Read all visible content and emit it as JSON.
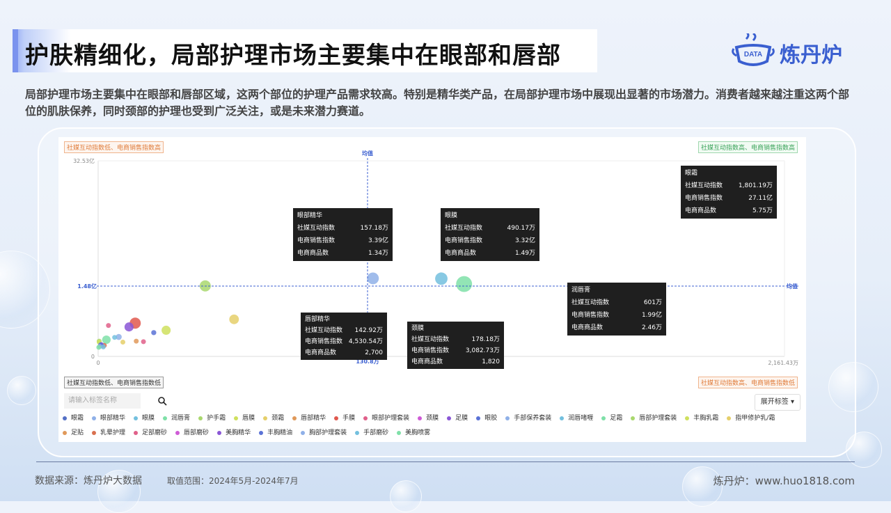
{
  "title": "护肤精细化，局部护理市场主要集中在眼部和唇部",
  "logo": {
    "badge": "DATA",
    "name": "炼丹炉"
  },
  "intro": "局部护理市场主要集中在眼部和唇部区域，这两个部位的护理产品需求较高。特别是精华类产品，在局部护理市场中展现出显著的市场潜力。消费者越来越注重这两个部位的肌肤保养，同时颈部的护理也受到广泛关注，或是未来潜力赛道。",
  "quadrants": {
    "top_left": "社媒互动指数低、电商销售指数高",
    "top_right": "社媒互动指数高、电商销售指数高",
    "bottom_left": "社媒互动指数低、电商销售指数低",
    "bottom_right": "社媒互动指数高、电商销售指数低"
  },
  "tooltip_labels": {
    "social": "社媒互动指数",
    "sales": "电商销售指数",
    "count": "电商商品数"
  },
  "chart_data": {
    "type": "scatter",
    "subtype": "bubble",
    "x_axis": {
      "measure": "社媒互动指数",
      "min": 0,
      "max": 2161.43,
      "min_label": "0",
      "max_label": "2,161.43万",
      "unit": "万"
    },
    "y_axis": {
      "measure": "电商销售指数",
      "min": 0,
      "max": 32.53,
      "min_label": "0",
      "max_label": "32.53亿",
      "unit": "亿"
    },
    "mean_lines": {
      "x": 130.8,
      "x_label": "130.8万",
      "y": 1.48,
      "y_label": "1.48亿",
      "name": "均值"
    },
    "grid": false,
    "legend_position": "bottom",
    "tooltips": [
      {
        "name": "眼霜",
        "social": "1,801.19万",
        "sales": "27.11亿",
        "count": "5.75万"
      },
      {
        "name": "眼部精华",
        "social": "157.18万",
        "sales": "3.39亿",
        "count": "1.34万"
      },
      {
        "name": "眼膜",
        "social": "490.17万",
        "sales": "3.32亿",
        "count": "1.49万"
      },
      {
        "name": "润唇膏",
        "social": "601万",
        "sales": "1.99亿",
        "count": "2.46万"
      },
      {
        "name": "唇部精华",
        "social": "142.92万",
        "sales": "4,530.54万",
        "count": "2,700"
      },
      {
        "name": "颈膜",
        "social": "178.18万",
        "sales": "3,082.73万",
        "count": "1,820"
      }
    ],
    "series": [
      {
        "name": "眼霜",
        "color": "#5470c6",
        "x": 1801.19,
        "y": 27.11,
        "size": 5.75
      },
      {
        "name": "眼部精华",
        "color": "#8fb0e8",
        "x": 157.18,
        "y": 3.39,
        "size": 1.34
      },
      {
        "name": "眼膜",
        "color": "#73c0de",
        "x": 490.17,
        "y": 3.32,
        "size": 1.49
      },
      {
        "name": "润唇膏",
        "color": "#7fe0a8",
        "x": 601,
        "y": 1.99,
        "size": 2.46
      },
      {
        "name": "护手霜",
        "color": "#a9d86e",
        "x": 52,
        "y": 1.52,
        "size": 1.2
      },
      {
        "name": "唇膜",
        "color": "#cfe05e",
        "x": 33,
        "y": 0.55,
        "size": 0.8
      },
      {
        "name": "颈霜",
        "color": "#e5cf6a",
        "x": 66,
        "y": 0.78,
        "size": 0.9
      },
      {
        "name": "唇部精华",
        "color": "#e0995a",
        "x": 142.92,
        "y": 0.4531,
        "size": 0.27
      },
      {
        "name": "手膜",
        "color": "#e0584e",
        "x": 18,
        "y": 0.7,
        "size": 1.2
      },
      {
        "name": "眼部护理套装",
        "color": "#e0608a",
        "x": 5,
        "y": 0.65,
        "size": 0.15
      },
      {
        "name": "颈膜",
        "color": "#cf5bd6",
        "x": 178.18,
        "y": 0.3083,
        "size": 0.18
      },
      {
        "name": "足膜",
        "color": "#8a56d6",
        "x": 15,
        "y": 0.62,
        "size": 0.8
      },
      {
        "name": "眼胶",
        "color": "#5a72d6",
        "x": 27,
        "y": 0.5,
        "size": 0.25
      },
      {
        "name": "手部保养套装",
        "color": "#8fb0e8",
        "x": 10,
        "y": 0.41,
        "size": 0.35
      },
      {
        "name": "润唇啫喱",
        "color": "#73c0de",
        "x": 8,
        "y": 0.4,
        "size": 0.06
      },
      {
        "name": "足霜",
        "color": "#7fe0a8",
        "x": 4,
        "y": 0.35,
        "size": 0.7
      },
      {
        "name": "唇部护理套装",
        "color": "#a9d86e",
        "x": 0.5,
        "y": 0.32,
        "size": 0.08
      },
      {
        "name": "丰胸乳霜",
        "color": "#cfe05e",
        "x": 0.5,
        "y": 0.3,
        "size": 0.08
      },
      {
        "name": "指甲修护乳/霜",
        "color": "#e5cf6a",
        "x": 12,
        "y": 0.3,
        "size": 0.03
      },
      {
        "name": "足贴",
        "color": "#e0995a",
        "x": 18.5,
        "y": 0.32,
        "size": 0.15
      },
      {
        "name": "乳晕护理",
        "color": "#d9704f",
        "x": 3,
        "y": 0.23,
        "size": 0.05
      },
      {
        "name": "足部磨砂",
        "color": "#e0608a",
        "x": 22,
        "y": 0.31,
        "size": 0.2
      },
      {
        "name": "唇部磨砂",
        "color": "#cf5bd6",
        "x": 1.5,
        "y": 0.22,
        "size": 0.06
      },
      {
        "name": "美胸精华",
        "color": "#8a56d6",
        "x": 1.5,
        "y": 0.25,
        "size": 0.05
      },
      {
        "name": "丰胸精油",
        "color": "#5a72d6",
        "x": 1.2,
        "y": 0.24,
        "size": 0.04
      },
      {
        "name": "胸部护理套装",
        "color": "#8fb0e8",
        "x": 0.8,
        "y": 0.21,
        "size": 0.04
      },
      {
        "name": "手部磨砂",
        "color": "#73c0de",
        "x": 2.5,
        "y": 0.2,
        "size": 0.04
      },
      {
        "name": "美胸喷雾",
        "color": "#7fe0a8",
        "x": 0.3,
        "y": 0.19,
        "size": 0.04
      }
    ]
  },
  "controls": {
    "search_placeholder": "请输入标签名称",
    "expand_label": "展开标签"
  },
  "footer": {
    "source": "数据来源：炼丹炉大数据",
    "range": "取值范围：2024年5月-2024年7月",
    "site": "炼丹炉：www.huo1818.com"
  }
}
